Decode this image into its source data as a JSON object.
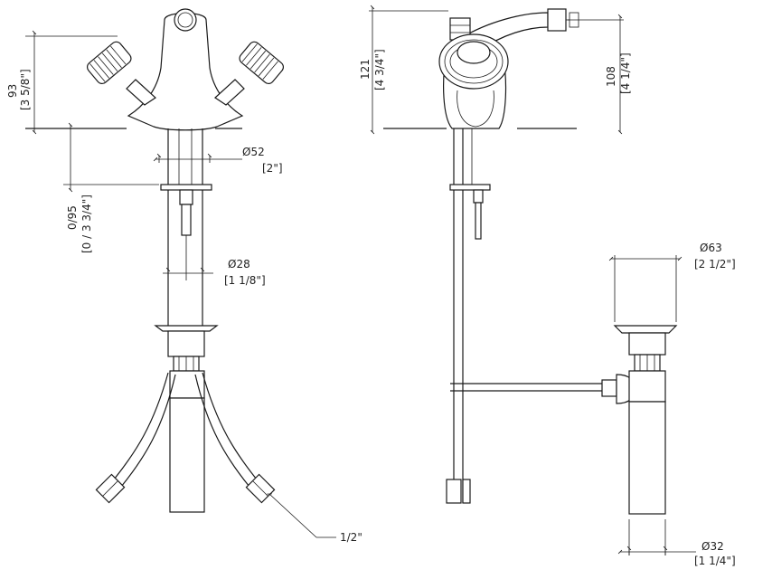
{
  "front_view": {
    "height_mm": "93",
    "height_in": "[3 5/8\"]",
    "spout_dia_mm": "Ø52",
    "spout_dia_in": "[2\"]",
    "deck_range_mm": "0/95",
    "deck_range_in": "[0 / 3 3/4\"]",
    "shank_dia_mm": "Ø28",
    "shank_dia_in": "[1 1/8\"]",
    "hose_connector": "1/2\""
  },
  "side_view": {
    "total_height_mm": "121",
    "total_height_in": "[4 3/4\"]",
    "spout_height_mm": "108",
    "spout_height_in": "[4 1/4\"]",
    "drain_dia_mm": "Ø63",
    "drain_dia_in": "[2 1/2\"]",
    "tail_dia_mm": "Ø32",
    "tail_dia_in": "[1 1/4\"]"
  }
}
